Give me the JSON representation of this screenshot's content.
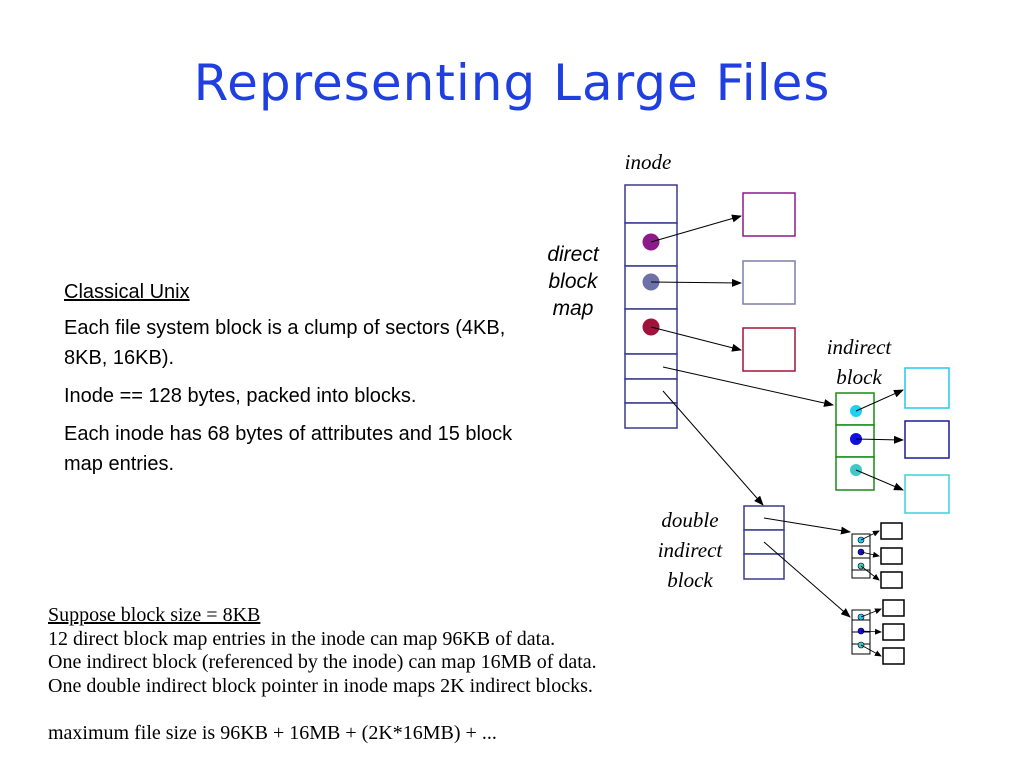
{
  "slide": {
    "title": "Representing Large Files"
  },
  "classical": {
    "heading": "Classical Unix",
    "line1": "Each file system block is a clump of sectors (4KB, 8KB, 16KB).",
    "line2": "Inode == 128 bytes, packed into blocks.",
    "line3": "Each inode has 68 bytes of attributes and 15 block map entries."
  },
  "suppose": {
    "heading": "Suppose block size = 8KB",
    "line1": "12 direct block map entries in the inode can map 96KB of data.",
    "line2": "One indirect block (referenced by the inode) can map 16MB of data.",
    "line3": "One double indirect block pointer in inode maps 2K indirect blocks.",
    "line4": "maximum file size is 96KB + 16MB + (2K*16MB) + ..."
  },
  "diagram": {
    "inode_label": "inode",
    "direct_label": [
      "direct",
      "block",
      "map"
    ],
    "indirect_label": [
      "indirect",
      "block"
    ],
    "double_label": [
      "double",
      "indirect",
      "block"
    ],
    "colors": {
      "inode_border": "#3a3a8c",
      "dot_purple": "#8b1a8b",
      "dot_slate": "#6c72a8",
      "dot_crimson": "#a0143c",
      "box_purple": "#8b1a8b",
      "box_slate": "#7d7fa8",
      "box_crimson": "#a0143c",
      "indirect_border": "#1a8a1a",
      "dot_cyan": "#20d0f0",
      "dot_blue": "#1010e0",
      "dot_teal": "#40c8c8",
      "box_cyan": "#20c8f0",
      "box_navy": "#1a1a9c",
      "box_teal": "#40d0d8",
      "double_border": "#3a3a8c"
    }
  }
}
